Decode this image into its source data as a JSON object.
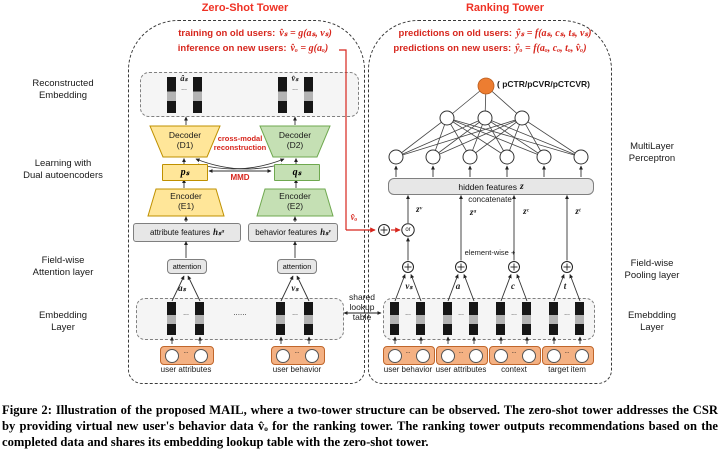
{
  "colors": {
    "accent_red": "#ef3124",
    "equation_red": "#d7261d",
    "yellow_fill": "#ffe699",
    "yellow_border": "#bf9000",
    "green_fill": "#c5e0b4",
    "green_border": "#6fa84f",
    "orange_box_fill": "#f4b183",
    "orange_node_fill": "#ed7d31",
    "gray_fill": "#e7e7e7",
    "gray_border": "#7f7f7f"
  },
  "dots": "...",
  "mid_dots": "......",
  "side_labels_left": [
    "Reconstructed\nEmbedding",
    "Learning with\nDual autoencoders",
    "Field-wise\nAttention layer",
    "Embedding\nLayer"
  ],
  "side_labels_right": [
    "MultiLayer\nPerceptron",
    "Field-wise\nPooling layer",
    "Emebdding\nLayer"
  ],
  "zero_shot": {
    "title": "Zero-Shot Tower",
    "eq1_label": "training on old users:",
    "eq1_math": "v̂ₛ = g(aₛ, vₛ)",
    "eq2_label": "inference on new users:",
    "eq2_math": "v̂ₒ = g(aₒ)",
    "recon_a": "âₛ",
    "recon_v": "v̂ₛ",
    "decoder1": "Decoder\n(D1)",
    "decoder2": "Decoder\n(D2)",
    "cross_modal": "cross-modal\nreconstruction",
    "latent_p": "pₛ",
    "latent_q": "qₛ",
    "mmd": "MMD",
    "encoder1": "Encoder\n(E1)",
    "encoder2": "Encoder\n(E2)",
    "attr_label": "attribute features",
    "attr_math": "hₛᵃ",
    "behav_label": "behavior features",
    "behav_math": "hₛᵛ",
    "attention": "attention",
    "emb_a": "aₛ",
    "emb_v": "vₛ",
    "input_attr": "user attributes",
    "input_behav": "user behavior"
  },
  "ranking": {
    "title": "Ranking Tower",
    "eq1_label": "predictions on old users:",
    "eq1_math": "ŷₛ = f(aₛ, cₛ, tₛ, vₛ)",
    "eq2_label": "predictions on new users:",
    "eq2_math": "ŷₒ = f(aₒ, cₒ, tₒ, v̂ₒ)",
    "output_label": "( pCTR/pCVR/pCTCVR)",
    "hidden_label": "hidden features",
    "hidden_math": "z",
    "concatenate": "concatenate",
    "z_labels": [
      "zᵛ",
      "zᵃ",
      "zᶜ",
      "zᵗ"
    ],
    "or_label": "or",
    "vhat_o": "v̂ₒ",
    "elementwise": "element-wise +",
    "pool_labels": [
      "vₛ",
      "a",
      "c",
      "t"
    ],
    "input_labels": [
      "user behavior",
      "user attributes",
      "context",
      "target item"
    ]
  },
  "shared_lookup": "shared\nlookup\ntable",
  "caption": "Figure 2: Illustration of the proposed MAIL, where a two-tower structure can be observed. The zero-shot tower addresses the CSR by providing virtual new user's behavior data v̂ₒ for the ranking tower. The ranking tower outputs recommendations based on the completed data and shares its embedding lookup table with the zero-shot tower."
}
